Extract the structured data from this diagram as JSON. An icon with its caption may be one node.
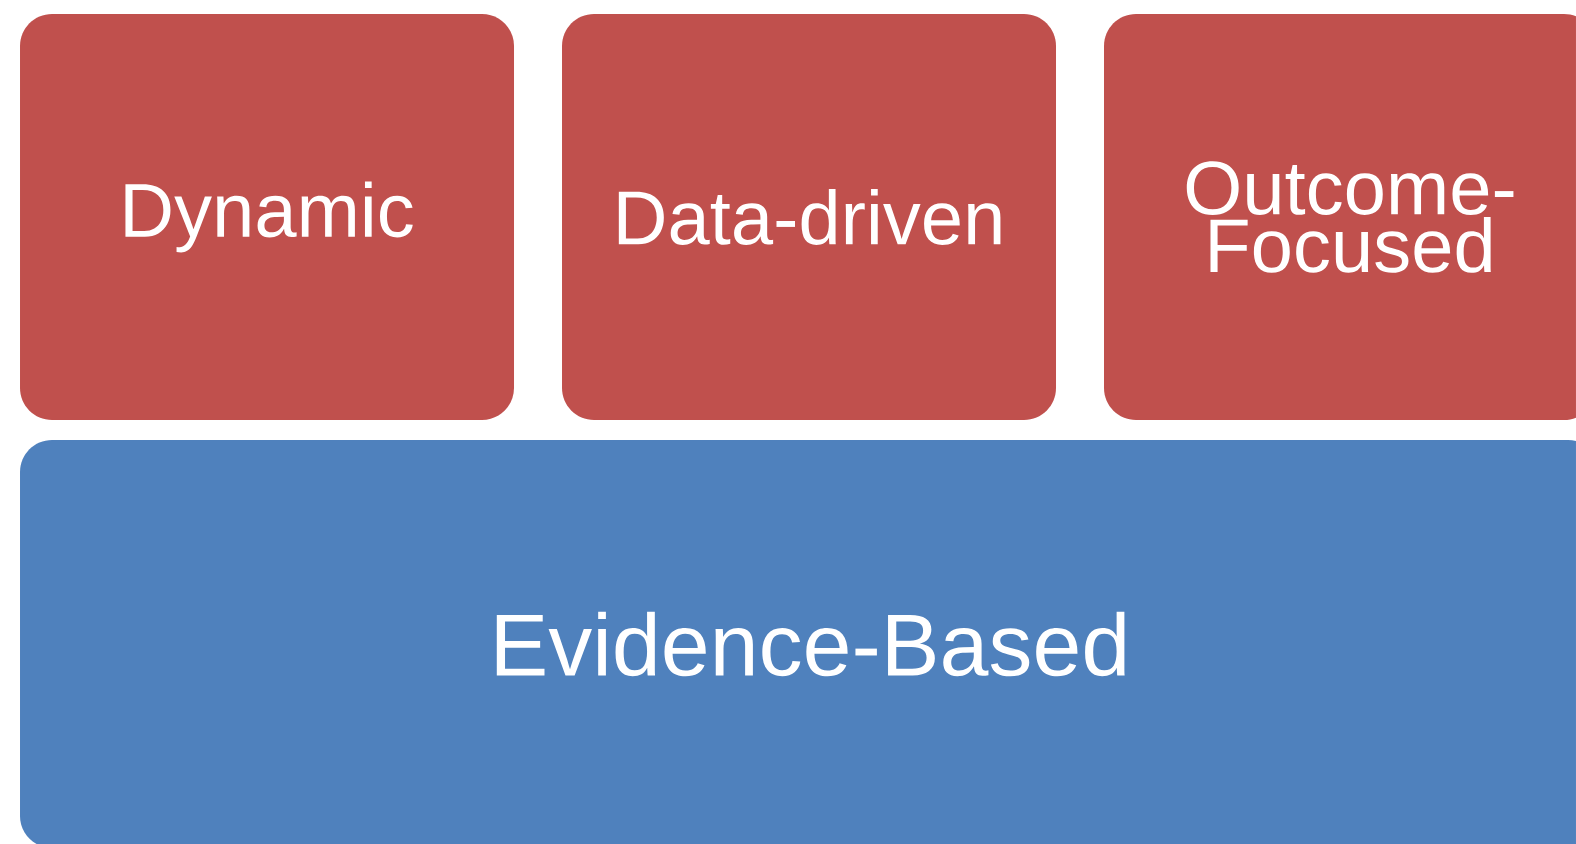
{
  "diagram": {
    "nodes": [
      {
        "text": [
          "Dynamic"
        ]
      },
      {
        "text": [
          "Data-driven"
        ]
      },
      {
        "text": [
          "Outcome-Focused"
        ]
      },
      {
        "text": [
          "Evidence-Based"
        ]
      }
    ]
  }
}
